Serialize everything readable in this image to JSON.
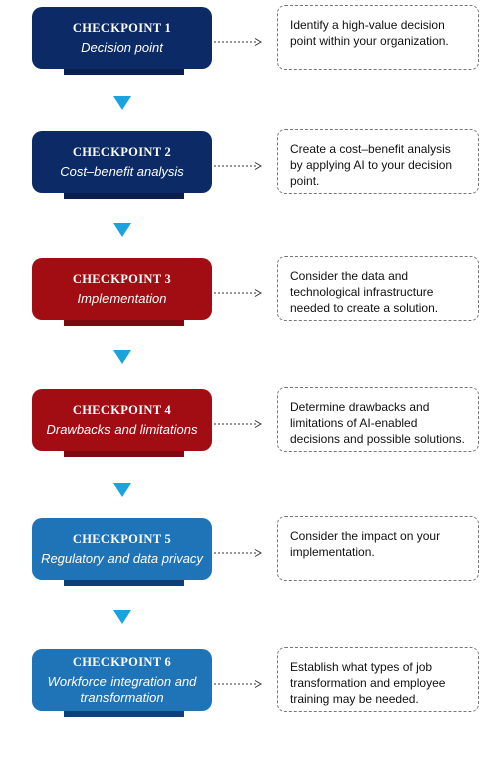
{
  "checkpoints": [
    {
      "title": "CHECKPOINT 1",
      "subtitle": "Decision point",
      "description": "Identify a high-value decision point within your organization.",
      "color": "#0b2a66",
      "shadow": "#0a1f4d"
    },
    {
      "title": "CHECKPOINT 2",
      "subtitle": "Cost–benefit analysis",
      "description": "Create a cost–benefit analysis by applying AI to your decision point.",
      "color": "#0b2a66",
      "shadow": "#0a1f4d"
    },
    {
      "title": "CHECKPOINT 3",
      "subtitle": "Implementation",
      "description": "Consider the data and technological infrastructure needed to create a solution.",
      "color": "#a10d12",
      "shadow": "#7d0a0e"
    },
    {
      "title": "CHECKPOINT 4",
      "subtitle": "Drawbacks and limitations",
      "description": "Determine drawbacks and limitations of AI-enabled decisions and possible solutions.",
      "color": "#a10d12",
      "shadow": "#7d0a0e"
    },
    {
      "title": "CHECKPOINT 5",
      "subtitle": "Regulatory and data privacy",
      "description": "Consider the impact on your implementation.",
      "color": "#1f73b7",
      "shadow": "#0f3f7a"
    },
    {
      "title": "CHECKPOINT 6",
      "subtitle": "Workforce integration and transformation",
      "description": "Establish what types of job transformation and employee training may be needed.",
      "color": "#1f73b7",
      "shadow": "#0f3f7a"
    }
  ],
  "arrow_color": "#1aa3dd"
}
